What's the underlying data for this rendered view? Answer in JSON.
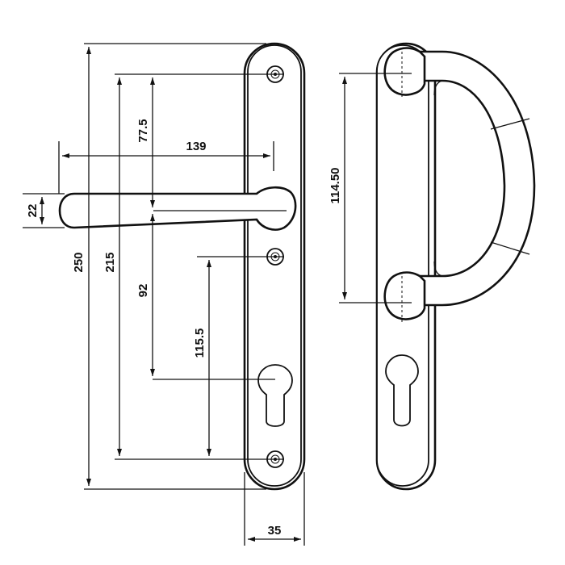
{
  "dimensions": {
    "overall_height": "250",
    "fixing_centres": "215",
    "top_to_lever": "77.5",
    "lever_to_keyhole": "92",
    "lock_fixing_to_bottom": "115.5",
    "lever_projection": "139",
    "lever_thickness": "22",
    "plate_width": "35",
    "pull_handle_centres": "114.50"
  },
  "arrow_color": "#111111",
  "ink_color": "#111111",
  "background": "#ffffff"
}
